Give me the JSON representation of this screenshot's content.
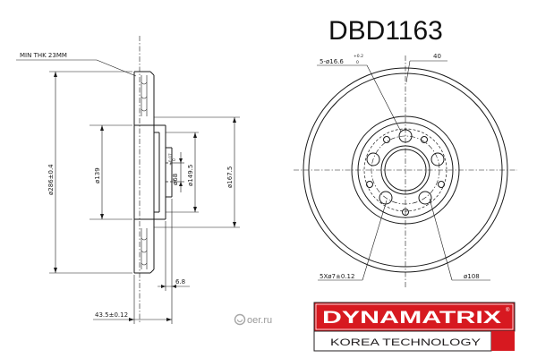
{
  "part_number": "DBD1163",
  "watermark": "oer.ru",
  "side_view": {
    "min_thk": "MIN THK 23MM",
    "outer_diameter": "ø286±0.4",
    "d139": "ø139",
    "d68": "ø68",
    "d68_tol": "+0.07",
    "d68_tol2": "0",
    "d149": "ø149.5",
    "d167": "ø167.5",
    "hat_thickness": "6.8",
    "total_height": "43.5±0.12"
  },
  "front_view": {
    "holes_label": "5-ø16.6",
    "holes_tol": "+0.2",
    "holes_tol2": "0",
    "dim_40": "40",
    "small_holes_label": "5Xø7±0.12",
    "pcd_label": "ø108"
  },
  "brand": {
    "name": "DYNAMATRIX",
    "registered": "®",
    "tagline": "KOREA TECHNOLOGY",
    "colors": {
      "red": "#d71920",
      "dark": "#231f20"
    }
  }
}
